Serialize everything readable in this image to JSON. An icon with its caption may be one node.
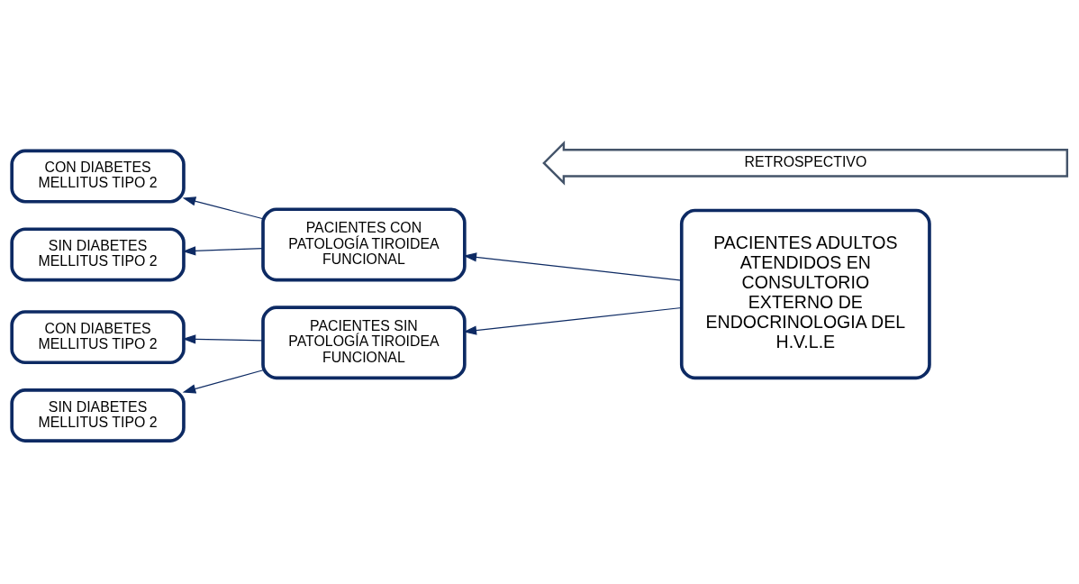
{
  "diagram": {
    "nodes": [
      {
        "text": [
          "PACIENTES ADULTOS ATENDIDOS EN CONSULTORIO EXTERNO DE ENDOCRINOLOGIA DEL H.V.L.E"
        ]
      },
      {
        "text": [
          "PACIENTES CON PATOLOGÍA TIROIDEA FUNCIONAL"
        ]
      },
      {
        "text": [
          "PACIENTES SIN PATOLOGÍA TIROIDEA FUNCIONAL"
        ]
      },
      {
        "text": [
          "CON DIABETES MELLITUS TIPO 2"
        ]
      },
      {
        "text": [
          "SIN DIABETES MELLITUS TIPO 2"
        ]
      },
      {
        "text": [
          "CON DIABETES MELLITUS TIPO 2"
        ]
      },
      {
        "text": [
          "SIN DIABETES MELLITUS TIPO 2"
        ]
      },
      {
        "text": [
          "RETROSPECTIVO"
        ]
      }
    ],
    "edges": [
      {
        "from": 0,
        "to": 1,
        "arrow": "to"
      },
      {
        "from": 0,
        "to": 2,
        "arrow": "to"
      },
      {
        "from": 1,
        "to": 3,
        "arrow": "to"
      },
      {
        "from": 1,
        "to": 4,
        "arrow": "to"
      },
      {
        "from": 2,
        "to": 5,
        "arrow": "to"
      },
      {
        "from": 2,
        "to": 6,
        "arrow": "to"
      }
    ]
  }
}
